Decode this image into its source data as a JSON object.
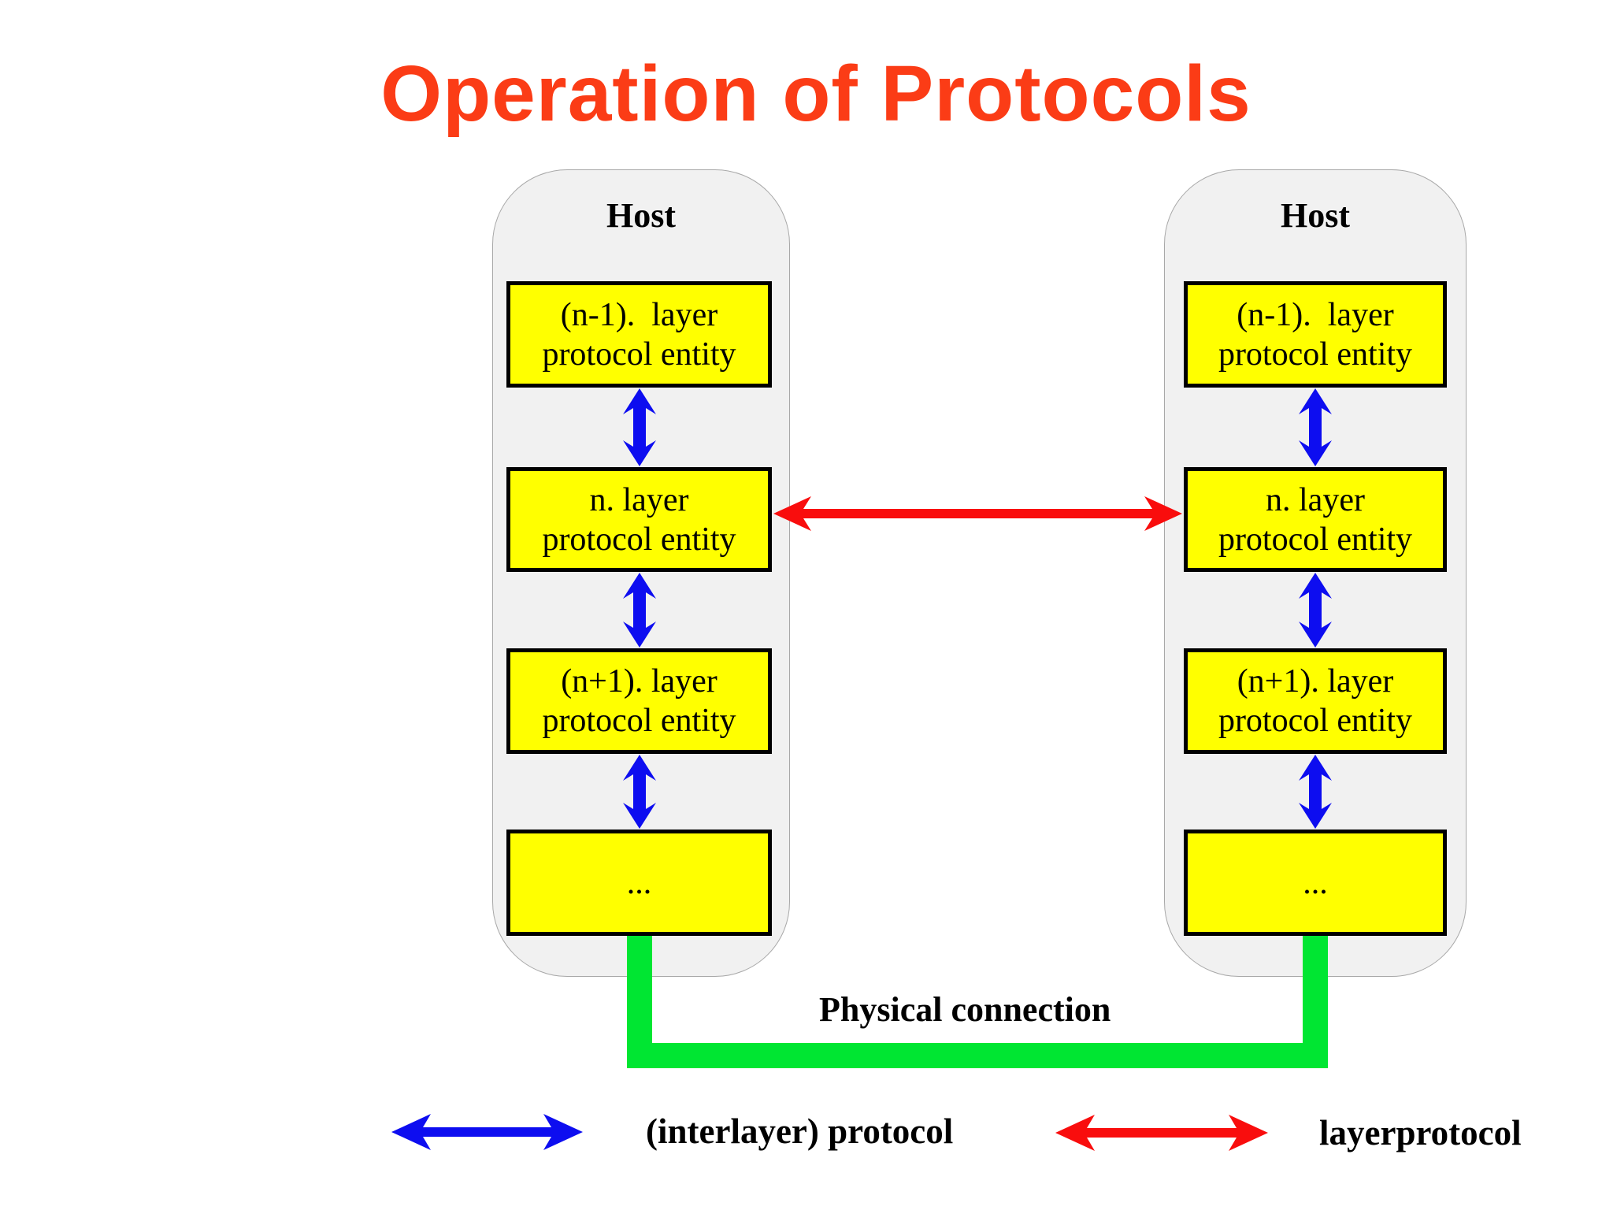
{
  "slide_title": "Operation of Protocols",
  "hosts": [
    {
      "label": "Host",
      "boxes": [
        {
          "line1": "(n-1).  layer",
          "line2": "protocol entity"
        },
        {
          "line1": "n. layer",
          "line2": "protocol entity"
        },
        {
          "line1": "(n+1). layer",
          "line2": "protocol entity"
        },
        {
          "line1": "...",
          "line2": ""
        }
      ]
    },
    {
      "label": "Host",
      "boxes": [
        {
          "line1": "(n-1).  layer",
          "line2": "protocol entity"
        },
        {
          "line1": "n. layer",
          "line2": "protocol entity"
        },
        {
          "line1": "(n+1). layer",
          "line2": "protocol entity"
        },
        {
          "line1": "...",
          "line2": ""
        }
      ]
    }
  ],
  "physical_connection_label": "Physical connection",
  "legend": {
    "interlayer_label": "(interlayer) protocol",
    "layer_label": "layerprotocol"
  },
  "colors": {
    "title": "#fb3c16",
    "text": "#000000",
    "box-fill": "#ffff00",
    "box-border": "#000000",
    "host-fill": "#f1f1f1",
    "host-border": "#a8a8a8",
    "blue-arrow": "#0d0df0",
    "red-arrow": "#f90d0d",
    "green-line": "#00e632"
  }
}
